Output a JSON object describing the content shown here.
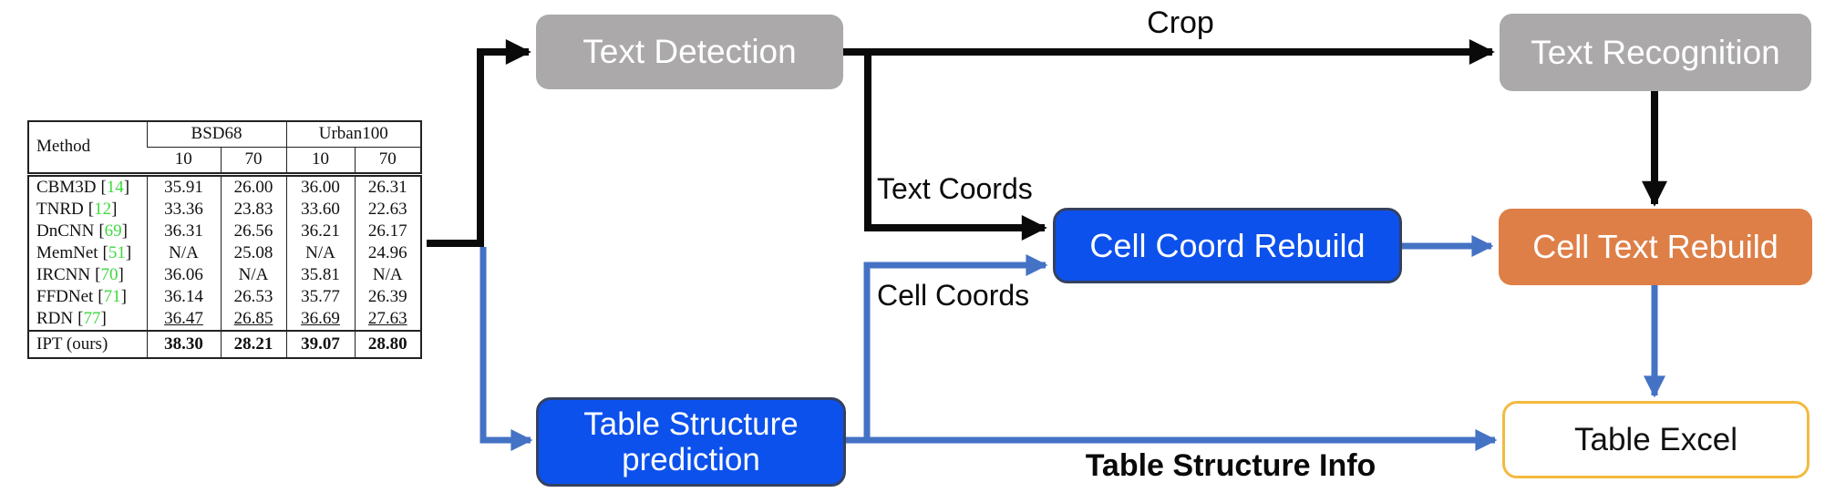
{
  "diagram": {
    "boxes": {
      "text_detection": {
        "label": "Text Detection",
        "fill": "#aba9a9"
      },
      "text_recognition": {
        "label": "Text Recognition",
        "fill": "#aba9a9"
      },
      "cell_coord_rebuild": {
        "label": "Cell Coord Rebuild",
        "fill": "#0c51ec"
      },
      "cell_text_rebuild": {
        "label": "Cell Text Rebuild",
        "fill": "#de7f47"
      },
      "table_structure_prediction": {
        "label": "Table Structure\nprediction",
        "fill": "#0c51ec"
      },
      "table_excel": {
        "label": "Table Excel",
        "border_color": "#f3ba40"
      }
    },
    "edge_labels": {
      "crop": "Crop",
      "text_coords": "Text Coords",
      "cell_coords": "Cell Coords",
      "table_structure_info": "Table Structure Info"
    },
    "colors": {
      "arrow_black": "#0a0a0a",
      "arrow_blue": "#4472c4",
      "citation_green": "#3fd83f"
    }
  },
  "input_table": {
    "headers": {
      "method": "Method",
      "group1": "BSD68",
      "group2": "Urban100",
      "sub": [
        "10",
        "70",
        "10",
        "70"
      ]
    },
    "bracket_open": "[",
    "bracket_close": "]",
    "rows": [
      {
        "name": "CBM3D",
        "ref": "14",
        "v1": "35.91",
        "v2": "26.00",
        "v3": "36.00",
        "v4": "26.31"
      },
      {
        "name": "TNRD",
        "ref": "12",
        "v1": "33.36",
        "v2": "23.83",
        "v3": "33.60",
        "v4": "22.63"
      },
      {
        "name": "DnCNN",
        "ref": "69",
        "v1": "36.31",
        "v2": "26.56",
        "v3": "36.21",
        "v4": "26.17"
      },
      {
        "name": "MemNet",
        "ref": "51",
        "v1": "N/A",
        "v2": "25.08",
        "v3": "N/A",
        "v4": "24.96"
      },
      {
        "name": "IRCNN",
        "ref": "70",
        "v1": "36.06",
        "v2": "N/A",
        "v3": "35.81",
        "v4": "N/A"
      },
      {
        "name": "FFDNet",
        "ref": "71",
        "v1": "36.14",
        "v2": "26.53",
        "v3": "35.77",
        "v4": "26.39"
      },
      {
        "name": "RDN",
        "ref": "77",
        "v1": "36.47",
        "v2": "26.85",
        "v3": "36.69",
        "v4": "27.63"
      }
    ],
    "final_row": {
      "name": "IPT (ours)",
      "v1": "38.30",
      "v2": "28.21",
      "v3": "39.07",
      "v4": "28.80"
    }
  }
}
